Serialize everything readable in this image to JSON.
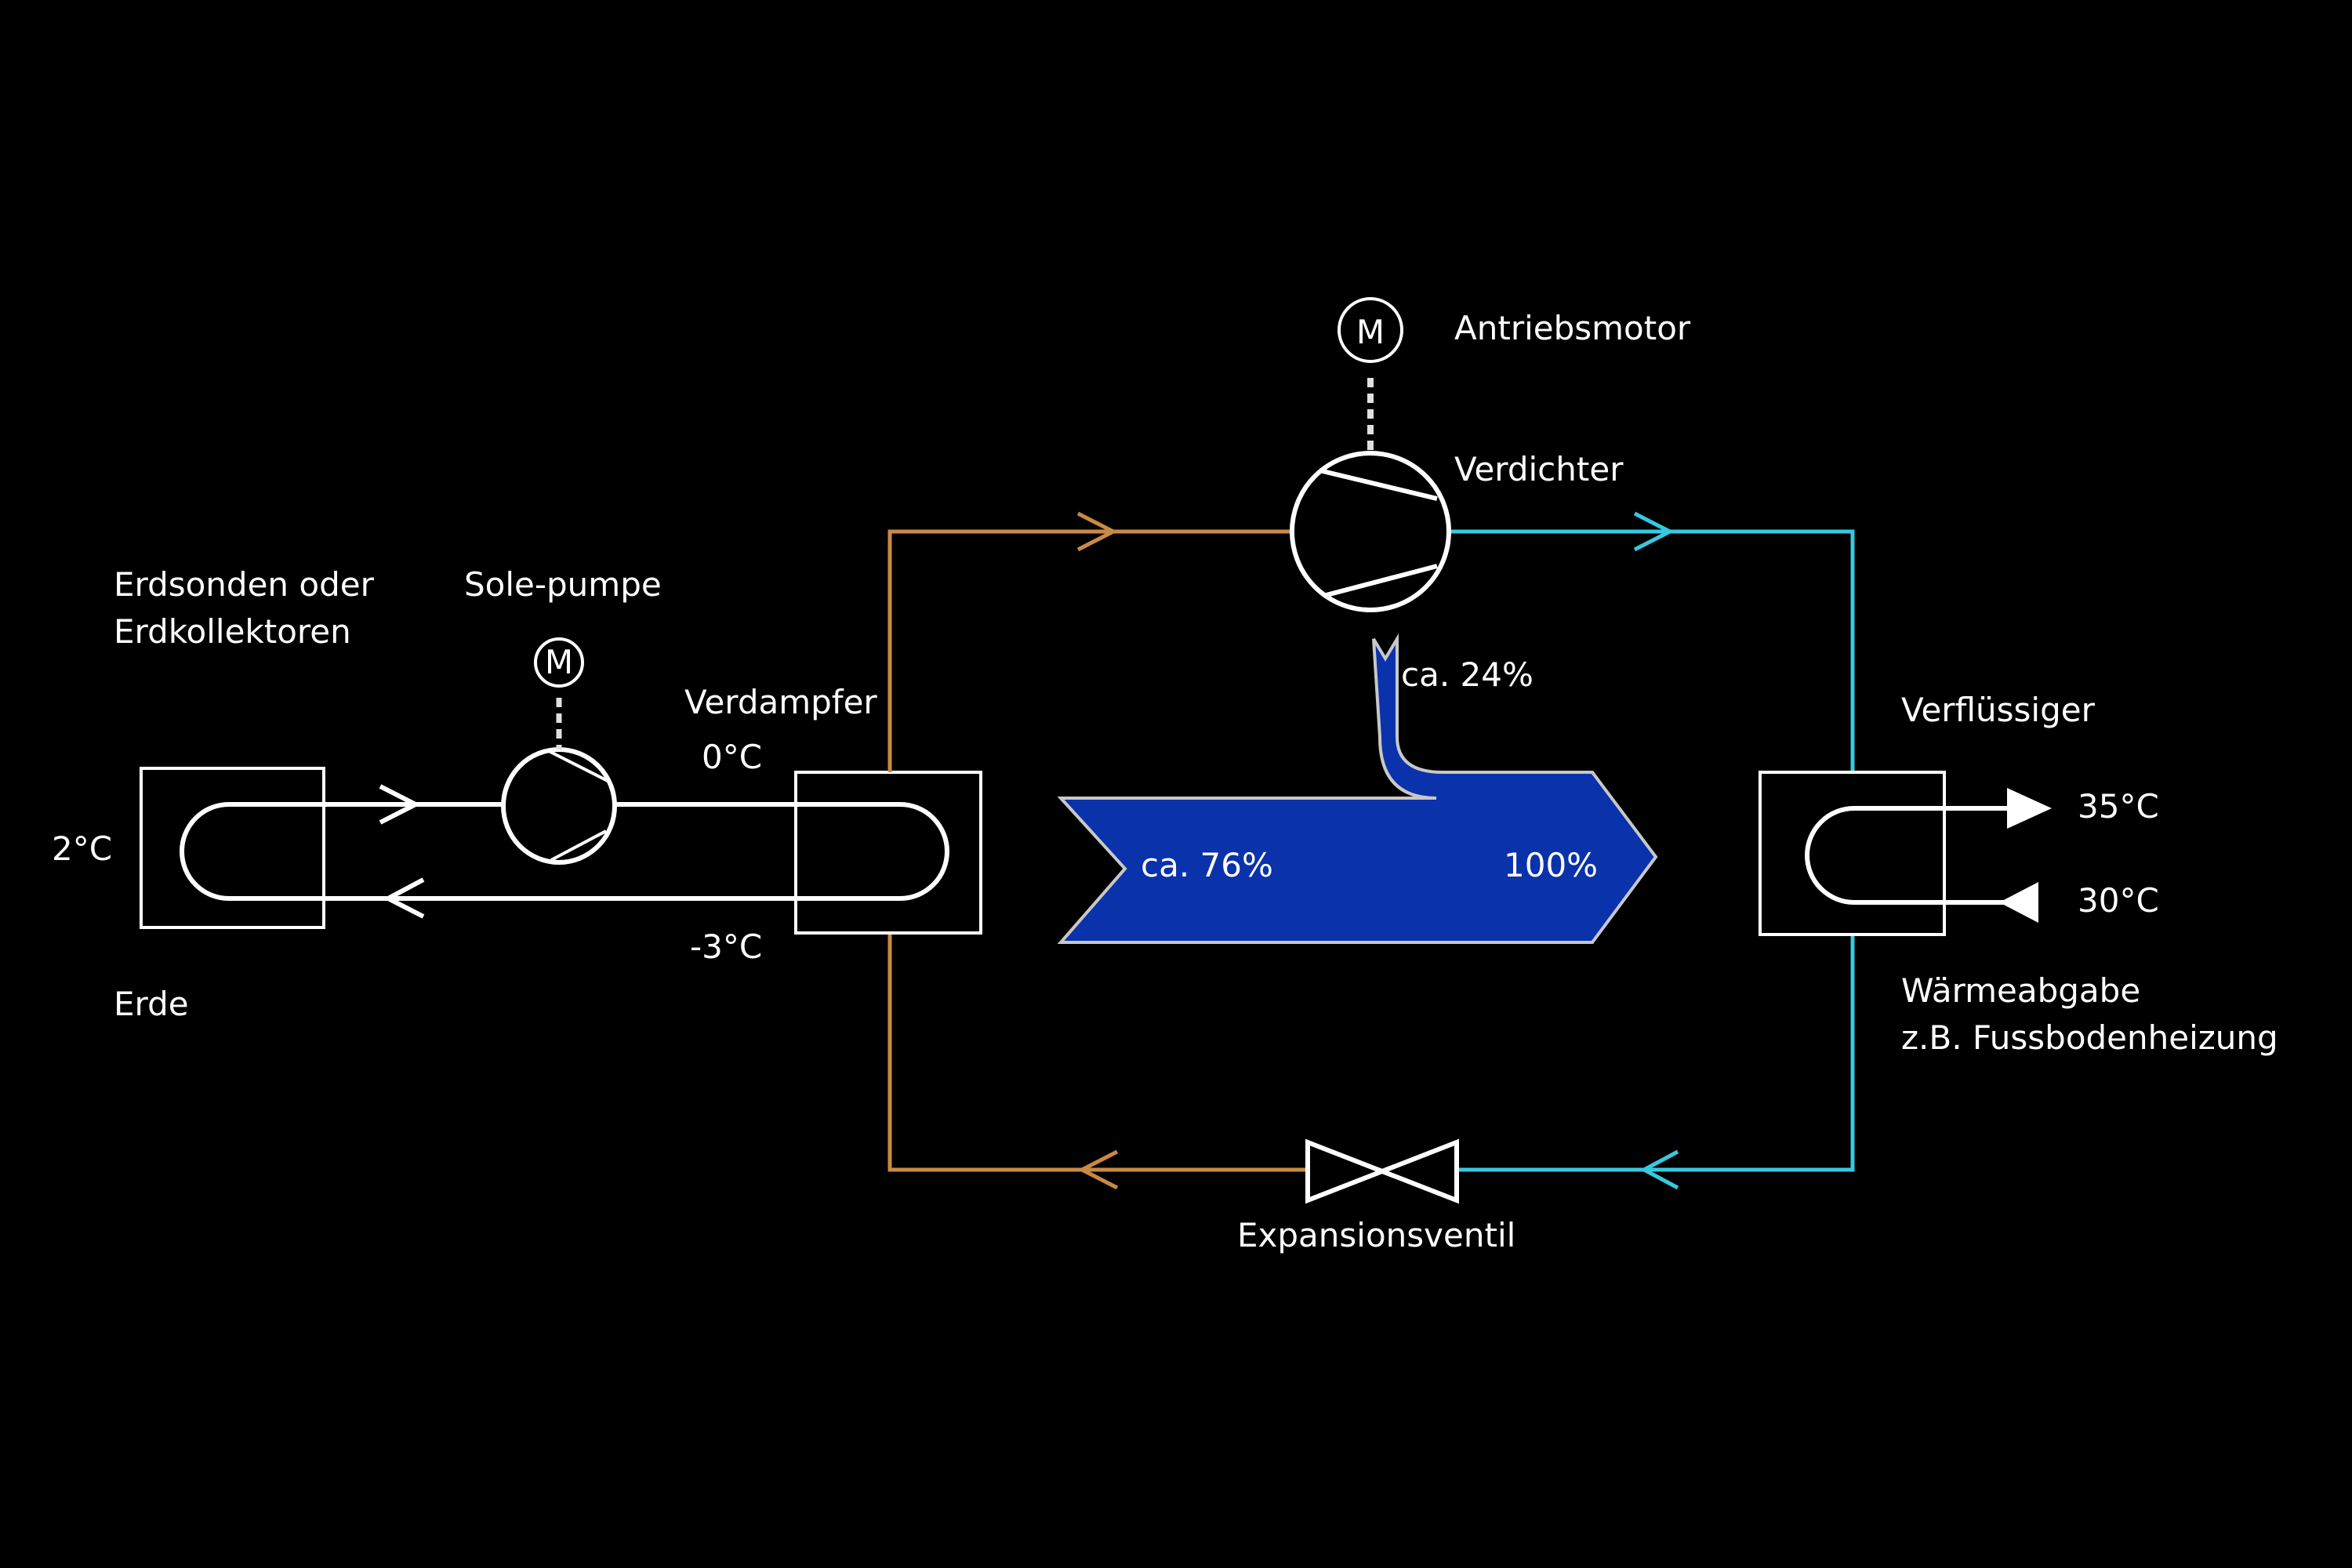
{
  "colors": {
    "background": "#000000",
    "line_white": "#ffffff",
    "line_cold": "#c98a45",
    "line_hot": "#36c9e0",
    "energy_arrow_fill": "#0a32ab",
    "energy_arrow_stroke": "#c8c8c8"
  },
  "ground": {
    "title_line1": "Erdsonden oder",
    "title_line2": "Erdkollektoren",
    "name": "Erde",
    "temperature": "2°C"
  },
  "brine_pump": {
    "label": "Sole-pumpe",
    "motor_symbol": "M"
  },
  "evaporator": {
    "label": "Verdampfer",
    "temp_in": "0°C",
    "temp_out": "-3°C"
  },
  "compressor": {
    "label": "Verdichter",
    "motor_label": "Antriebsmotor",
    "motor_symbol": "M"
  },
  "condenser": {
    "label": "Verflüssiger",
    "temp_out": "35°C",
    "temp_in": "30°C",
    "usage_line1": "Wärmeabgabe",
    "usage_line2": "z.B. Fussbodenheizung"
  },
  "expansion_valve": {
    "label": "Expansionsventil"
  },
  "energy_flow": {
    "drive_share": "ca. 24%",
    "ambient_share": "ca. 76%",
    "total": "100%"
  }
}
